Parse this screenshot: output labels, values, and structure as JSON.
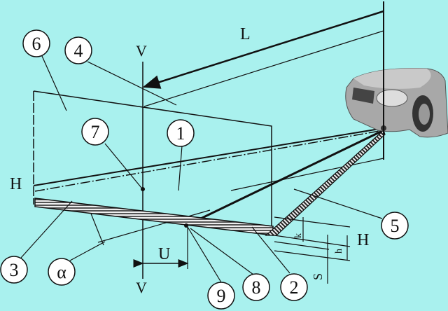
{
  "colors": {
    "background": "#a9f1ee",
    "ink": "#111111",
    "car": "#9a9a9a"
  },
  "labels": {
    "L": "L",
    "V_top": "V",
    "V_bottom": "V",
    "H_left": "H",
    "H_right": "H",
    "U": "U",
    "alpha": "α",
    "k": "k",
    "h": "h",
    "S": "S"
  },
  "callouts": [
    "1",
    "2",
    "3",
    "4",
    "5",
    "6",
    "7",
    "8",
    "9"
  ]
}
